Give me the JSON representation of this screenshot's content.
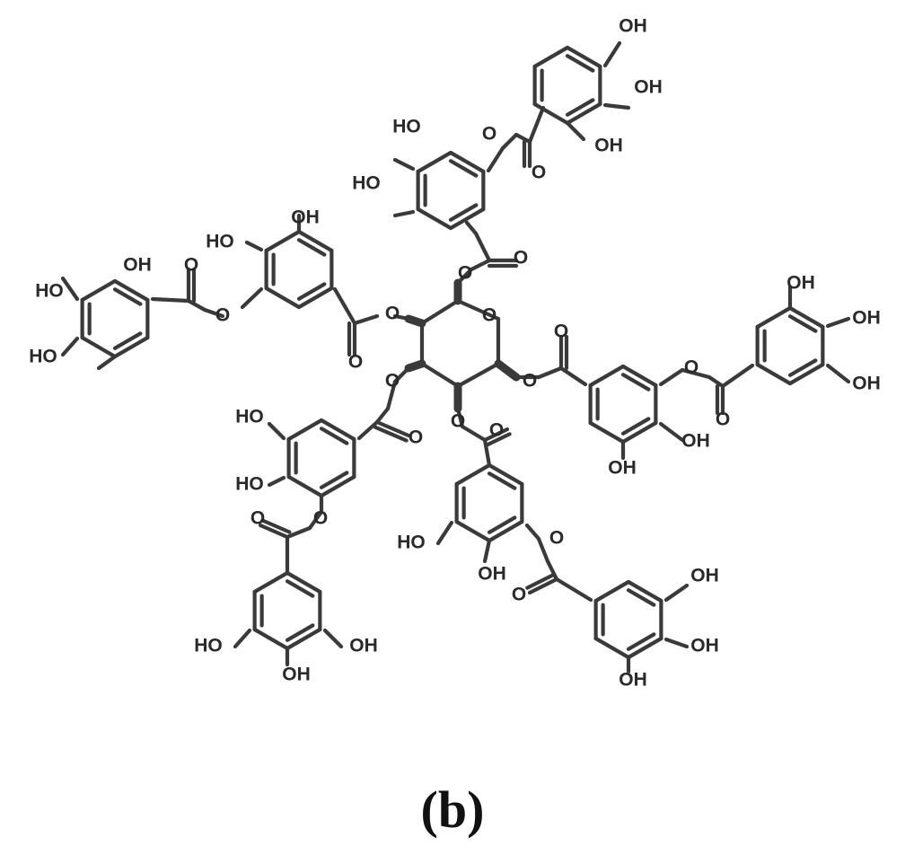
{
  "figure": {
    "panel_label": "(b)",
    "atom_labels": {
      "hydroxyl": "OH",
      "hydroxyl_left": "HO",
      "oxygen": "O"
    }
  }
}
